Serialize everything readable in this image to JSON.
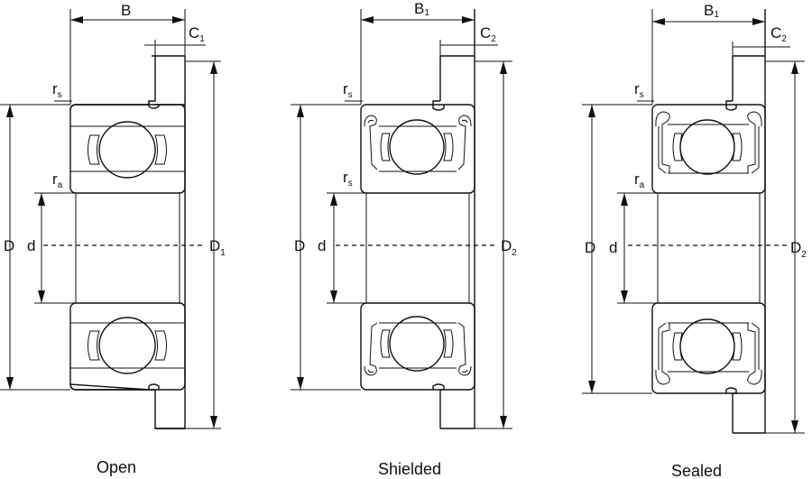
{
  "bearings": [
    {
      "caption": "Open",
      "width_label": "B",
      "width_sub": "",
      "c_label": "C",
      "c_sub": "1",
      "rs_label": "r",
      "rs_sub": "s",
      "ra_label": "r",
      "ra_sub": "a",
      "outer_label": "D",
      "bore_label": "d",
      "flange_label": "D",
      "flange_sub": "1"
    },
    {
      "caption": "Shielded",
      "width_label": "B",
      "width_sub": "1",
      "c_label": "C",
      "c_sub": "2",
      "rs_label": "r",
      "rs_sub": "s",
      "ra_label": "r",
      "ra_sub": "s",
      "outer_label": "D",
      "bore_label": "d",
      "flange_label": "D",
      "flange_sub": "2"
    },
    {
      "caption": "Sealed",
      "width_label": "B",
      "width_sub": "1",
      "c_label": "C",
      "c_sub": "2",
      "rs_label": "r",
      "rs_sub": "s",
      "ra_label": "r",
      "ra_sub": "a",
      "outer_label": "D",
      "bore_label": "d",
      "flange_label": "D",
      "flange_sub": "2"
    }
  ]
}
